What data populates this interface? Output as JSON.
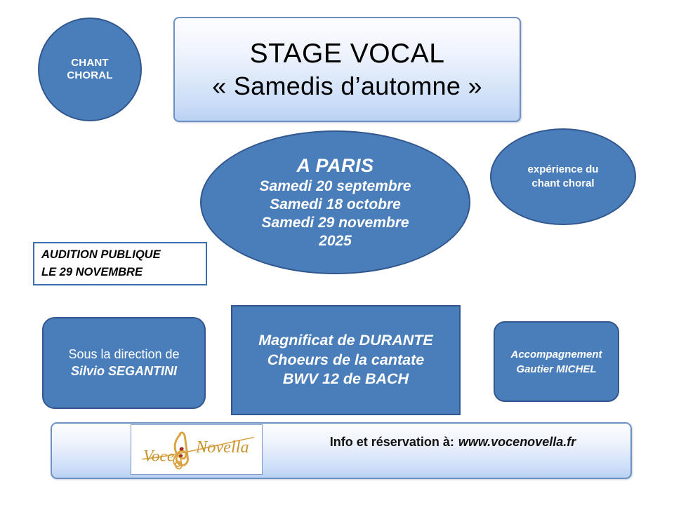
{
  "poster": {
    "background_color": "#ffffff",
    "accent_blue": "#4A7EBB",
    "accent_blue_border": "#31578E",
    "gradient_border": "#6e91c4"
  },
  "chant_choral": {
    "line1": "CHANT",
    "line2": "CHORAL"
  },
  "title": {
    "line1": "STAGE VOCAL",
    "line2": "« Samedis d’automne »"
  },
  "paris": {
    "headline": "A PARIS",
    "dates": [
      "Samedi 20 septembre",
      "Samedi  18 octobre",
      "Samedi 29 novembre"
    ],
    "year": "2025"
  },
  "experience": {
    "line1": "expérience du",
    "line2": "chant choral"
  },
  "audition": {
    "line1": "AUDITION PUBLIQUE",
    "line2": "LE 29 NOVEMBRE"
  },
  "direction": {
    "line1": "Sous la direction de",
    "line2": "Silvio SEGANTINI"
  },
  "programme": {
    "line1": "Magnificat de DURANTE",
    "line2": "Choeurs de la cantate",
    "line3": "BWV 12 de BACH"
  },
  "accompagnement": {
    "line1": "Accompagnement",
    "line2": "Gautier MICHEL"
  },
  "footer": {
    "info_label": "Info et réservation à:",
    "url": "www.vocenovella.fr",
    "logo": {
      "name": "voce-novella-logo",
      "word1": "Voce",
      "word2": "Novella",
      "icon": "treble-clef-icon",
      "gold": "#C9922B",
      "note_red": "#9B2D20"
    }
  }
}
